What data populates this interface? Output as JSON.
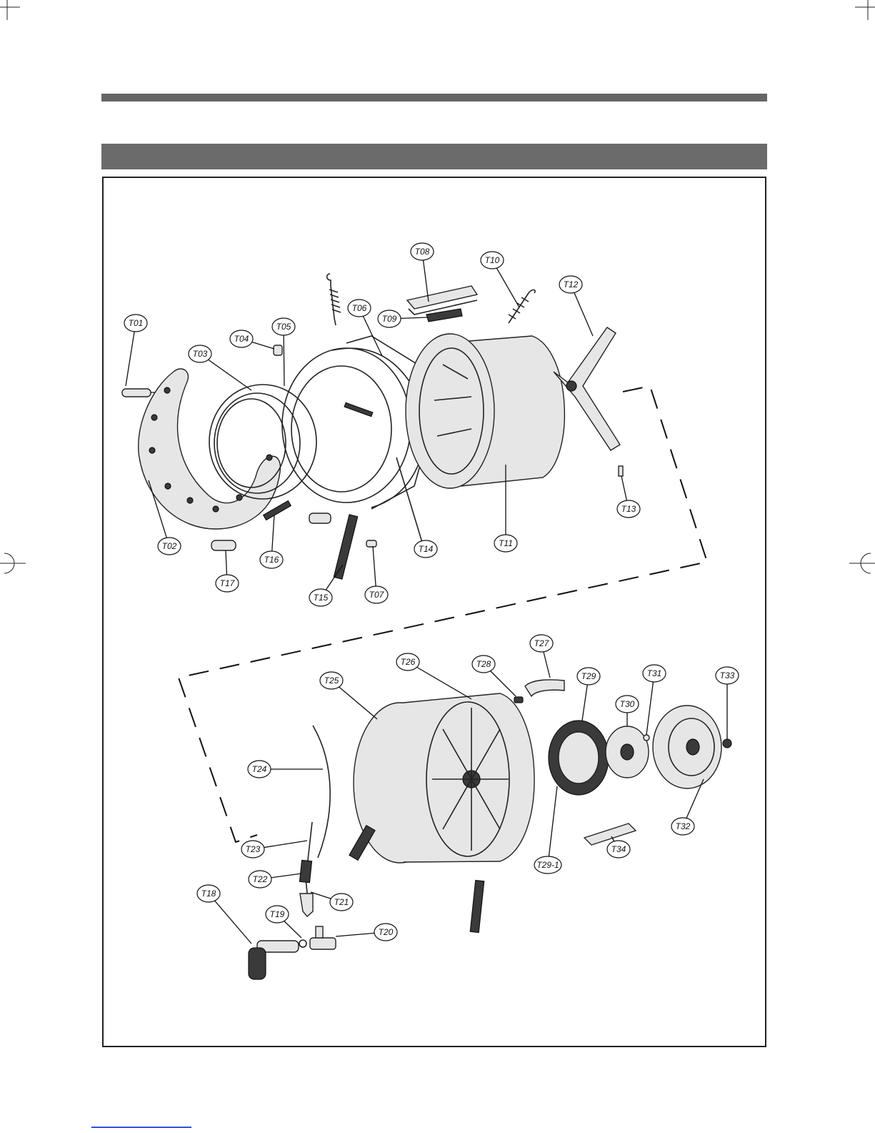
{
  "page": {
    "header_bar_color": "#666666",
    "title_band_color": "#6b6b6b",
    "link_color": "#2f4fd8"
  },
  "callouts": [
    {
      "id": "T01",
      "label": "T01"
    },
    {
      "id": "T02",
      "label": "T02"
    },
    {
      "id": "T03",
      "label": "T03"
    },
    {
      "id": "T04",
      "label": "T04"
    },
    {
      "id": "T05",
      "label": "T05"
    },
    {
      "id": "T06",
      "label": "T06"
    },
    {
      "id": "T07",
      "label": "T07"
    },
    {
      "id": "T08",
      "label": "T08"
    },
    {
      "id": "T09",
      "label": "T09"
    },
    {
      "id": "T10",
      "label": "T10"
    },
    {
      "id": "T11",
      "label": "T11"
    },
    {
      "id": "T12",
      "label": "T12"
    },
    {
      "id": "T13",
      "label": "T13"
    },
    {
      "id": "T14",
      "label": "T14"
    },
    {
      "id": "T15",
      "label": "T15"
    },
    {
      "id": "T16",
      "label": "T16"
    },
    {
      "id": "T17",
      "label": "T17"
    },
    {
      "id": "T18",
      "label": "T18"
    },
    {
      "id": "T19",
      "label": "T19"
    },
    {
      "id": "T20",
      "label": "T20"
    },
    {
      "id": "T21",
      "label": "T21"
    },
    {
      "id": "T22",
      "label": "T22"
    },
    {
      "id": "T23",
      "label": "T23"
    },
    {
      "id": "T24",
      "label": "T24"
    },
    {
      "id": "T25",
      "label": "T25"
    },
    {
      "id": "T26",
      "label": "T26"
    },
    {
      "id": "T27",
      "label": "T27"
    },
    {
      "id": "T28",
      "label": "T28"
    },
    {
      "id": "T29",
      "label": "T29"
    },
    {
      "id": "T29-1",
      "label": "T29-1"
    },
    {
      "id": "T30",
      "label": "T30"
    },
    {
      "id": "T31",
      "label": "T31"
    },
    {
      "id": "T32",
      "label": "T32"
    },
    {
      "id": "T33",
      "label": "T33"
    },
    {
      "id": "T34",
      "label": "T34"
    }
  ]
}
